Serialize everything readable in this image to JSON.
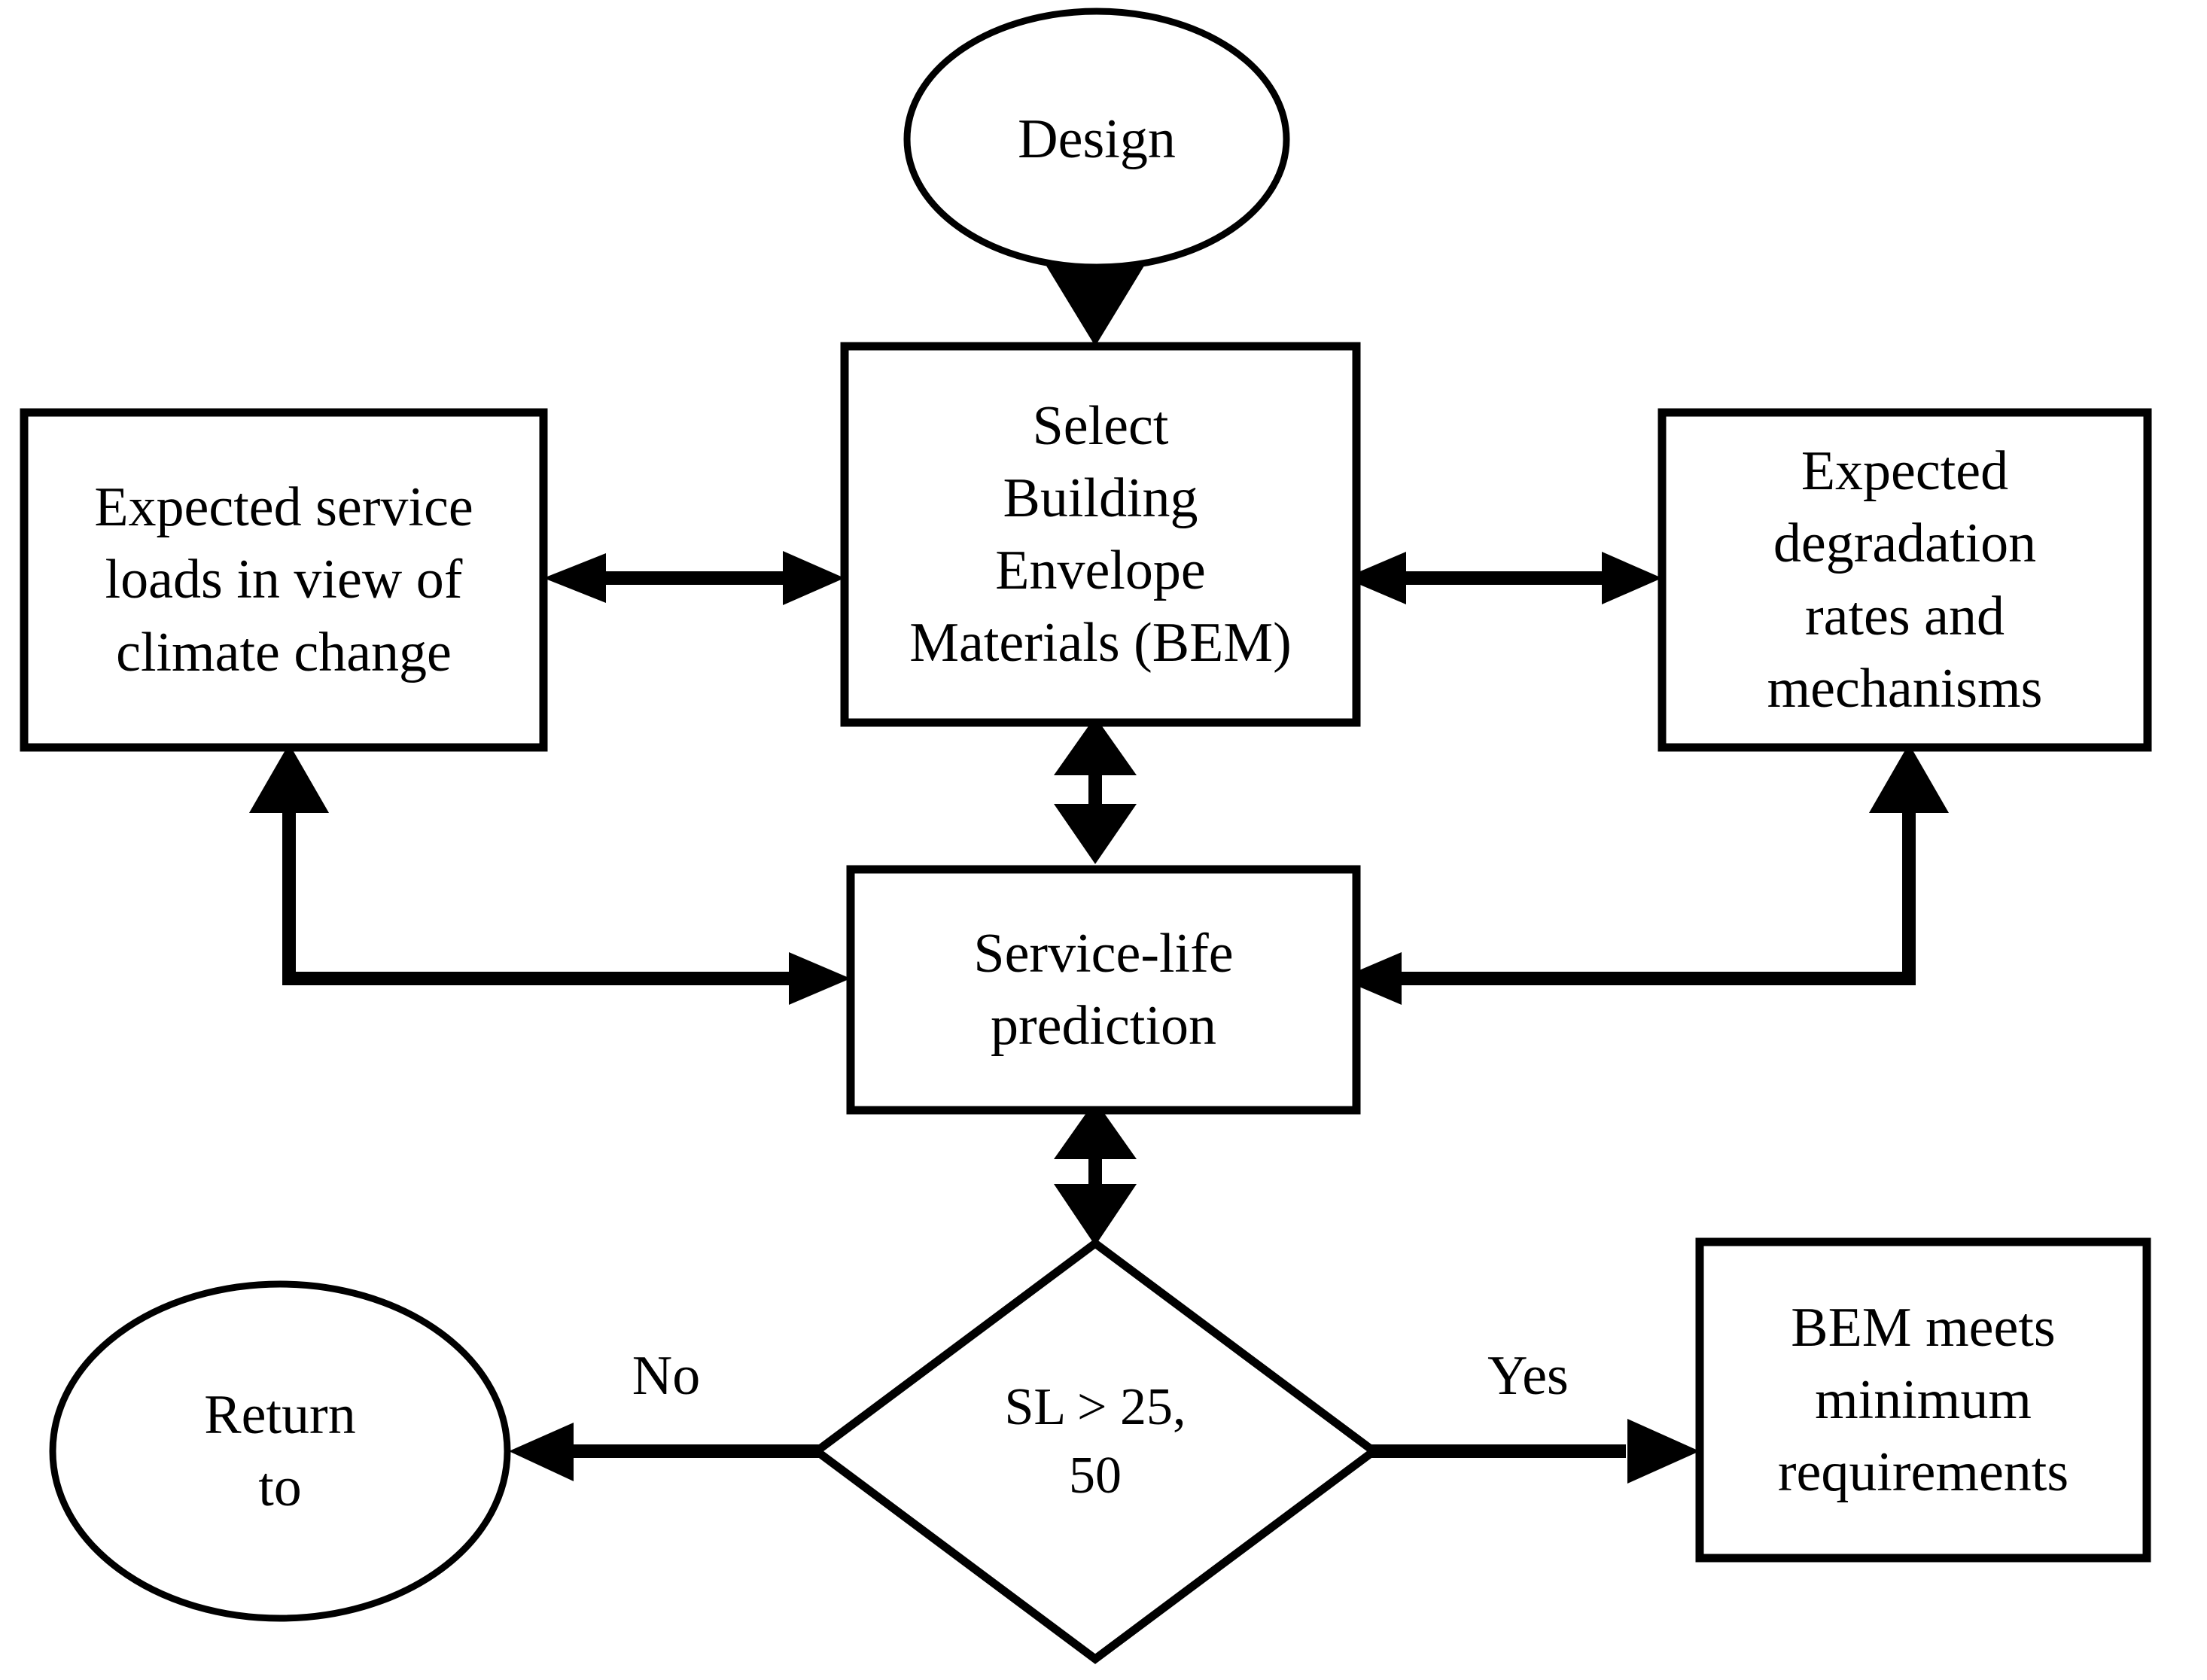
{
  "diagram": {
    "title": "Building envelope material service-life decision flowchart",
    "colors": {
      "stroke": "#000000",
      "fill": "#ffffff",
      "text": "#000000"
    },
    "nodes": {
      "design": {
        "label": "Design",
        "shape": "ellipse"
      },
      "select_bem": {
        "label": "Select\nBuilding\nEnvelope\nMaterials (BEM)",
        "shape": "rectangle"
      },
      "service_loads": {
        "label": "Expected service\nloads in view of\nclimate change",
        "shape": "rectangle"
      },
      "degradation": {
        "label": "Expected\ndegradation\nrates and\nmechanisms",
        "shape": "rectangle"
      },
      "service_life": {
        "label": "Service-life\nprediction",
        "shape": "rectangle"
      },
      "decision": {
        "label": "SL > 25,\n50",
        "shape": "diamond"
      },
      "return_to": {
        "label": "Return\nto",
        "shape": "ellipse"
      },
      "bem_meets": {
        "label": "BEM meets\nminimum\nrequirements",
        "shape": "rectangle"
      }
    },
    "edges": {
      "design_to_select": {
        "label": "",
        "direction": "down"
      },
      "loads_to_select": {
        "label": "",
        "direction": "bidirectional"
      },
      "select_to_degradation": {
        "label": "",
        "direction": "bidirectional"
      },
      "select_to_servicelife": {
        "label": "",
        "direction": "bidirectional"
      },
      "loads_to_servicelife": {
        "label": "",
        "direction": "bidirectional"
      },
      "degradation_to_servicelife": {
        "label": "",
        "direction": "bidirectional"
      },
      "servicelife_to_decision": {
        "label": "",
        "direction": "bidirectional"
      },
      "decision_no": {
        "label": "No",
        "direction": "left"
      },
      "decision_yes": {
        "label": "Yes",
        "direction": "right"
      }
    }
  }
}
